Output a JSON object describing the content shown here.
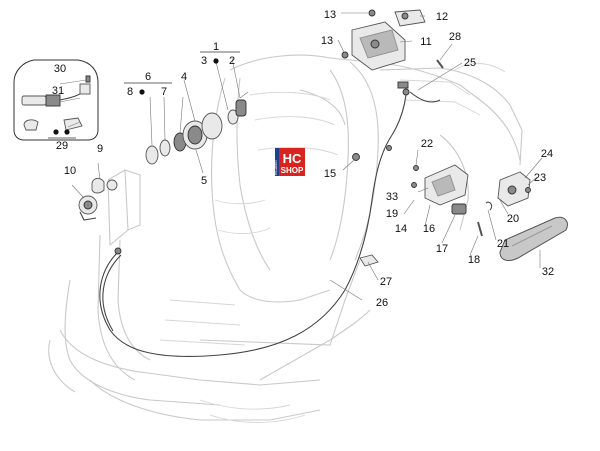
{
  "diagram": {
    "labels": {
      "l1": "1",
      "l2": "2",
      "l3": "3",
      "l4": "4",
      "l5": "5",
      "l6": "6",
      "l7": "7",
      "l8": "8",
      "l9": "9",
      "l10": "10",
      "l11": "11",
      "l12": "12",
      "l13a": "13",
      "l13b": "13",
      "l14": "14",
      "l15": "15",
      "l16": "16",
      "l17": "17",
      "l18": "18",
      "l19": "19",
      "l20": "20",
      "l21": "21",
      "l22": "22",
      "l23": "23",
      "l24": "24",
      "l25": "25",
      "l26": "26",
      "l27": "27",
      "l28": "28",
      "l29": "29",
      "l30": "30",
      "l31": "31",
      "l32": "32",
      "l33": "33"
    },
    "logo": {
      "line1": "HC",
      "line2": "SHOP",
      "side_text": "RICAMBI"
    },
    "colors": {
      "logo_red": "#d8231f",
      "logo_blue": "#1f3f91"
    }
  }
}
